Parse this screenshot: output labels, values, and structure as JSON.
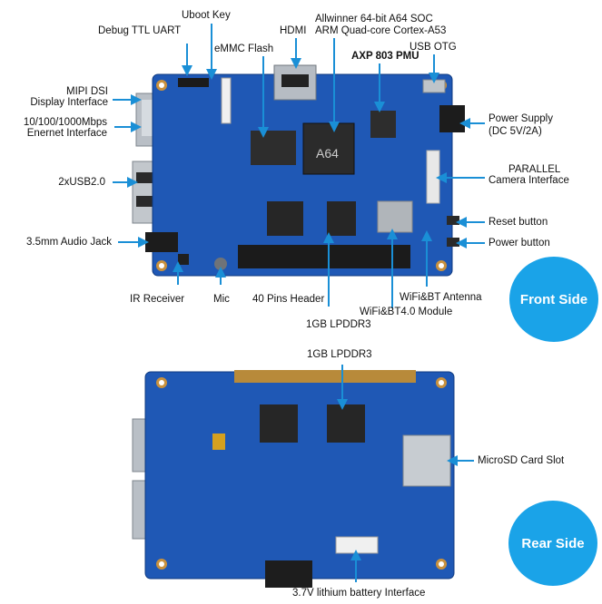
{
  "front": {
    "labels": {
      "debug_uart": "Debug TTL UART",
      "uboot_key": "Uboot Key",
      "emmc": "eMMC Flash",
      "hdmi": "HDMI",
      "soc_line1": "Allwinner 64-bit A64 SOC",
      "soc_line2": "ARM Quad-core Cortex-A53",
      "pmu": "AXP 803 PMU",
      "usb_otg": "USB OTG",
      "mipi_line1": "MIPI DSI",
      "mipi_line2": "Display Interface",
      "eth_line1": "10/100/1000Mbps",
      "eth_line2": "Enernet Interface",
      "usb2": "2xUSB2.0",
      "audio": "3.5mm Audio Jack",
      "power_supply_line1": "Power Supply",
      "power_supply_line2": "(DC 5V/2A)",
      "camera_line1": "PARALLEL",
      "camera_line2": "Camera Interface",
      "reset": "Reset button",
      "power_btn": "Power button",
      "ir": "IR Receiver",
      "mic": "Mic",
      "header40": "40 Pins Header",
      "wifi_antenna": "WiFi&BT Antenna",
      "wifi_module": "WiFi&BT4.0 Module",
      "lpddr3": "1GB LPDDR3"
    },
    "badge": "Front Side",
    "chip_text": "A64"
  },
  "rear": {
    "labels": {
      "lpddr3": "1GB LPDDR3",
      "microsd": "MicroSD Card Slot",
      "battery": "3.7V lithium battery Interface"
    },
    "badge": "Rear Side"
  },
  "colors": {
    "pcb": "#1f58b5",
    "pcb_dark": "#153f8a",
    "arrow": "#1a8fd6",
    "badge": "#1aa3e8",
    "gold": "#c9913d"
  }
}
